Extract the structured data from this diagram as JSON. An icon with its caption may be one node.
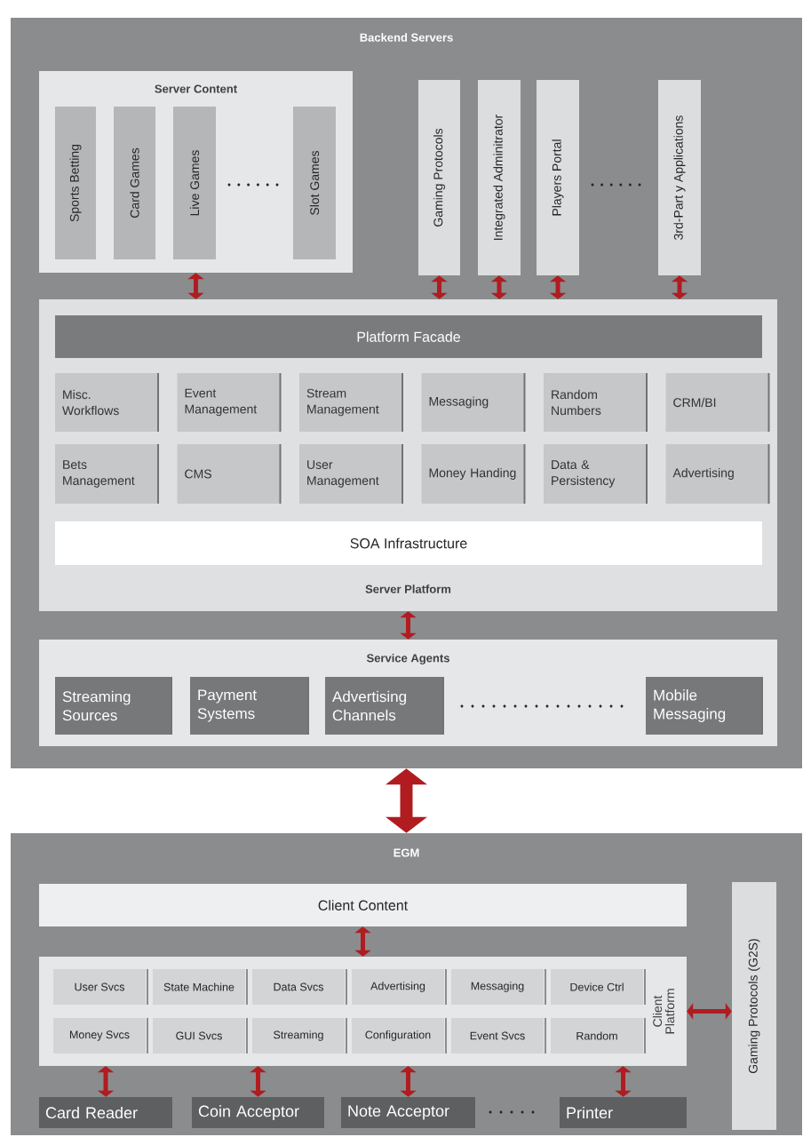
{
  "diagram": {
    "nodes": [
      {
        "text": [
          "Backend Servers"
        ]
      },
      {
        "text": [
          "Server Content"
        ],
        "in": 0
      },
      {
        "text": [
          "Sports Betting"
        ],
        "in": 1
      },
      {
        "text": [
          "Card Games"
        ],
        "in": 1
      },
      {
        "text": [
          "Live Games"
        ],
        "in": 1
      },
      {
        "text": [
          "Slot Games"
        ],
        "in": 1
      },
      {
        "text": [
          "Gaming Protocols"
        ],
        "in": 0
      },
      {
        "text": [
          "Integrated Adminitrator"
        ],
        "in": 0
      },
      {
        "text": [
          "Players Portal"
        ],
        "in": 0
      },
      {
        "text": [
          "3rd-Part y Applications"
        ],
        "in": 0
      },
      {
        "text": [
          "Server Platform"
        ],
        "in": 0
      },
      {
        "text": [
          "Platform Facade"
        ],
        "in": 10
      },
      {
        "text": [
          "Misc. Workflows"
        ],
        "in": 10
      },
      {
        "text": [
          "Event Management"
        ],
        "in": 10
      },
      {
        "text": [
          "Stream Management"
        ],
        "in": 10
      },
      {
        "text": [
          "Messaging"
        ],
        "in": 10
      },
      {
        "text": [
          "Random Numbers"
        ],
        "in": 10
      },
      {
        "text": [
          "CRM/BI"
        ],
        "in": 10
      },
      {
        "text": [
          "Bets Management"
        ],
        "in": 10
      },
      {
        "text": [
          "CMS"
        ],
        "in": 10
      },
      {
        "text": [
          "User Management"
        ],
        "in": 10
      },
      {
        "text": [
          "Money Handing"
        ],
        "in": 10
      },
      {
        "text": [
          "Data & Persistency"
        ],
        "in": 10
      },
      {
        "text": [
          "Advertising"
        ],
        "in": 10
      },
      {
        "text": [
          "SOA Infrastructure"
        ],
        "in": 10
      },
      {
        "text": [
          "Service Agents"
        ],
        "in": 0
      },
      {
        "text": [
          "Streaming Sources"
        ],
        "in": 25
      },
      {
        "text": [
          "Payment Systems"
        ],
        "in": 25
      },
      {
        "text": [
          "Advertising Channels"
        ],
        "in": 25
      },
      {
        "text": [
          "Mobile Messaging"
        ],
        "in": 25
      },
      {
        "text": [
          "EGM"
        ]
      },
      {
        "text": [
          "Client Content"
        ],
        "in": 30
      },
      {
        "text": [
          "Client Platform"
        ],
        "in": 30
      },
      {
        "text": [
          "User Svcs"
        ],
        "in": 32
      },
      {
        "text": [
          "State Machine"
        ],
        "in": 32
      },
      {
        "text": [
          "Data Svcs"
        ],
        "in": 32
      },
      {
        "text": [
          "Advertising"
        ],
        "in": 32
      },
      {
        "text": [
          "Messaging"
        ],
        "in": 32
      },
      {
        "text": [
          "Device Ctrl"
        ],
        "in": 32
      },
      {
        "text": [
          "Money Svcs"
        ],
        "in": 32
      },
      {
        "text": [
          "GUI Svcs"
        ],
        "in": 32
      },
      {
        "text": [
          "Streaming"
        ],
        "in": 32
      },
      {
        "text": [
          "Configuration"
        ],
        "in": 32
      },
      {
        "text": [
          "Event Svcs"
        ],
        "in": 32
      },
      {
        "text": [
          "Random"
        ],
        "in": 32
      },
      {
        "text": [
          "Gaming Protocols (G2S)"
        ],
        "in": 30
      },
      {
        "text": [
          "Card Reader"
        ],
        "in": 30
      },
      {
        "text": [
          "Coin Acceptor"
        ],
        "in": 30
      },
      {
        "text": [
          "Note Acceptor"
        ],
        "in": 30
      },
      {
        "text": [
          "Printer"
        ],
        "in": 30
      }
    ],
    "edges": [
      {
        "from": 1,
        "to": 10,
        "arrow": "both"
      },
      {
        "from": 6,
        "to": 10,
        "arrow": "both"
      },
      {
        "from": 7,
        "to": 10,
        "arrow": "both"
      },
      {
        "from": 8,
        "to": 10,
        "arrow": "both"
      },
      {
        "from": 9,
        "to": 10,
        "arrow": "both"
      },
      {
        "from": 10,
        "to": 25,
        "arrow": "both"
      },
      {
        "from": 0,
        "to": 30,
        "arrow": "both",
        "style": "thick"
      },
      {
        "from": 31,
        "to": 32,
        "arrow": "both"
      },
      {
        "from": 32,
        "to": 45,
        "arrow": "both"
      },
      {
        "from": 32,
        "to": 46,
        "arrow": "both"
      },
      {
        "from": 32,
        "to": 47,
        "arrow": "both"
      },
      {
        "from": 32,
        "to": 48,
        "arrow": "both"
      },
      {
        "from": 32,
        "to": 49,
        "arrow": "both"
      }
    ]
  }
}
